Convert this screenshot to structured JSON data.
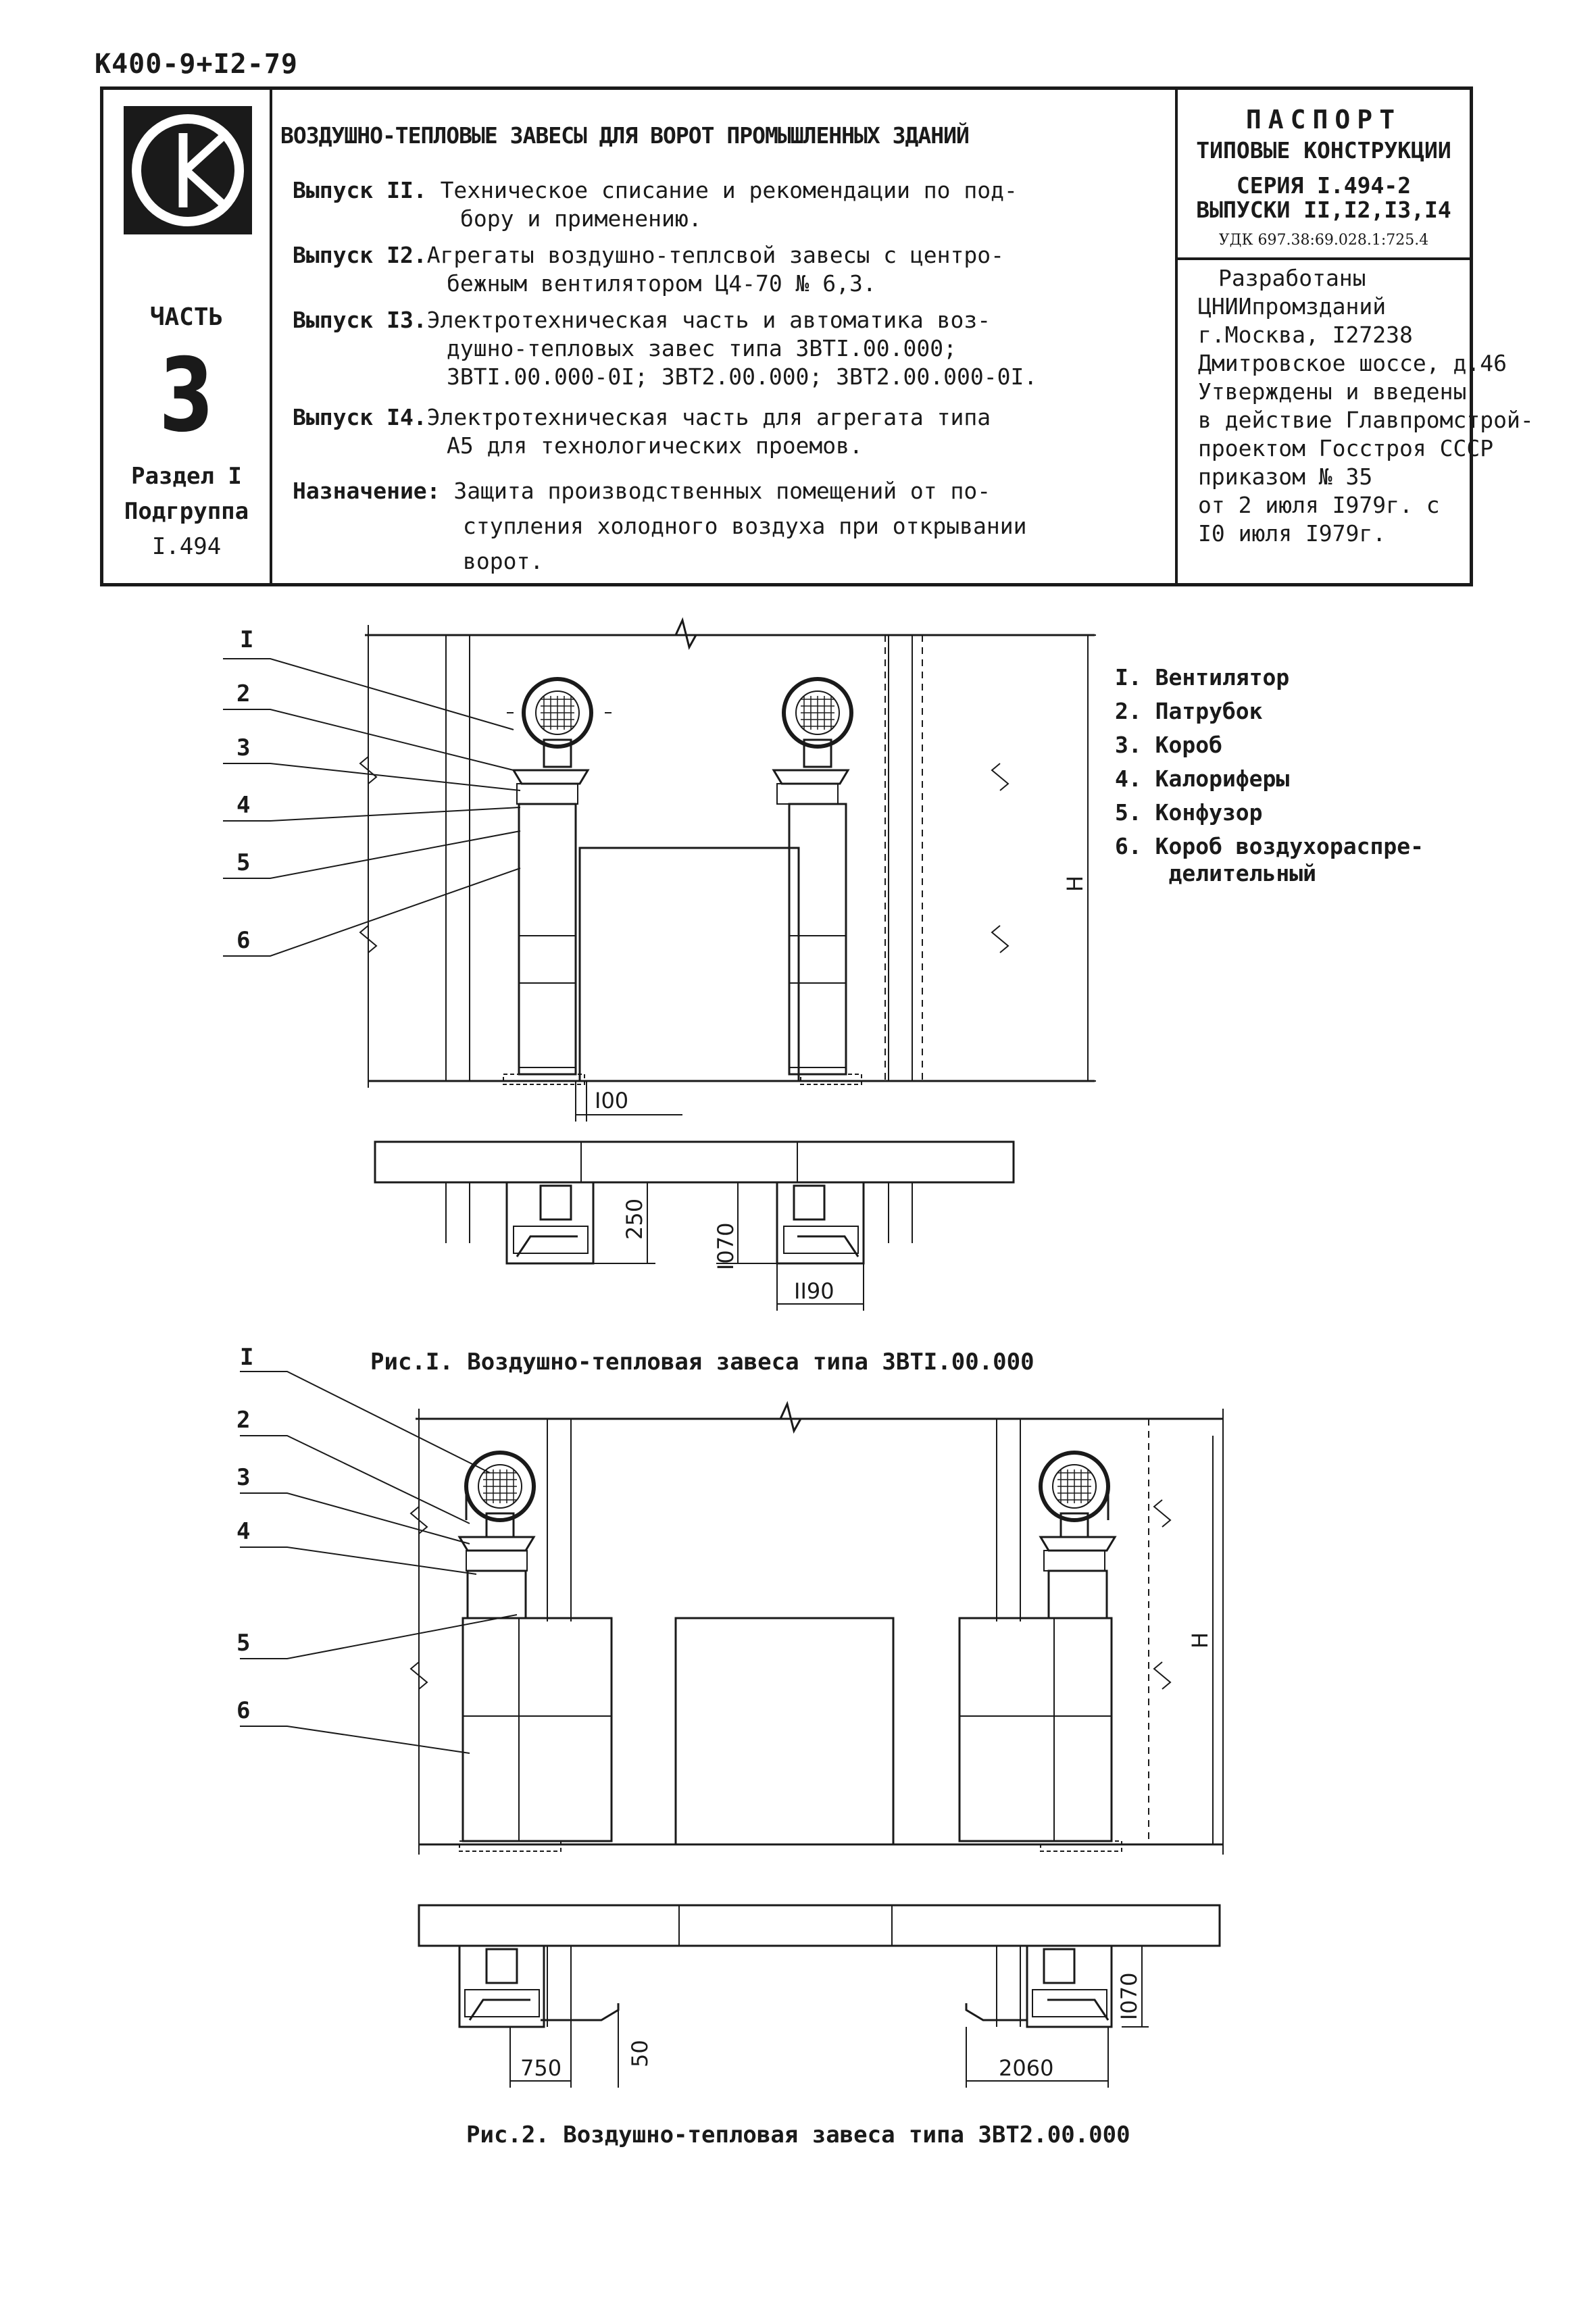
{
  "document_code": "К400-9+I2-79",
  "stamp": {
    "title": "ВОЗДУШНО-ТЕПЛОВЫЕ ЗАВЕСЫ ДЛЯ ВОРОТ ПРОМЫШЛЕННЫХ ЗДАНИЙ",
    "part_label": "ЧАСТЬ",
    "part_number": "3",
    "section": "Раздел I",
    "subgroup": "Подгруппа",
    "subgroup_number": "I.494",
    "issues": [
      {
        "label": "Выпуск II.",
        "lines": [
          "Техническое списание и рекомендации по под-",
          "бору и применению."
        ]
      },
      {
        "label": "Выпуск I2.",
        "lines": [
          "Агрегаты воздушно-теплсвой завесы с центро-",
          "бежным вентилятором Ц4-70 № 6,3."
        ]
      },
      {
        "label": "Выпуск I3.",
        "lines": [
          "Электротехническая часть и автоматика воз-",
          "душно-тепловых завес типа ЗВТI.00.000;",
          "ЗВТI.00.000-0I; ЗВТ2.00.000; ЗВТ2.00.000-0I."
        ]
      },
      {
        "label": "Выпуск I4.",
        "lines": [
          "Электротехническая часть для агрегата типа",
          "А5 для технологических проемов."
        ]
      },
      {
        "label": "Назначение:",
        "lines": [
          "Защита производственных помещений от по-",
          "ступления холодного воздуха при открывании",
          "ворот."
        ]
      }
    ],
    "passport": {
      "title": "ПАСПОРТ",
      "type": "ТИПОВЫЕ КОНСТРУКЦИИ",
      "series": "СЕРИЯ I.494-2",
      "issues": "ВЫПУСКИ II,I2,I3,I4",
      "udk": "УДК 697.38:69.028.1:725.4"
    },
    "developer_lines": [
      "Разработаны",
      "ЦНИИпромзданий",
      "г.Москва, I27238",
      "Дмитровское шоссе, д.46",
      "Утверждены и введены",
      "в действие Главпромстрой-",
      "проектом Госстроя СССР",
      "приказом № 35",
      "от 2 июля I979г. с",
      "I0 июля I979г."
    ]
  },
  "figure1": {
    "caption": "Рис.I. Воздушно-тепловая завеса типа ЗВТI.00.000",
    "callouts": [
      "I",
      "2",
      "3",
      "4",
      "5",
      "6"
    ],
    "height_label": "Н",
    "dim_offset": "I00",
    "dim_depth": "250",
    "dim_height": "I070",
    "dim_width": "II90"
  },
  "legend": [
    "I. Вентилятор",
    "2. Патрубок",
    "3. Короб",
    "4. Калориферы",
    "5. Конфузор",
    "6. Короб воздухораспре-",
    "    делительный"
  ],
  "figure2": {
    "caption": "Рис.2. Воздушно-тепловая завеса типа ЗВТ2.00.000",
    "callouts": [
      "I",
      "2",
      "3",
      "4",
      "5",
      "6"
    ],
    "height_label": "Н",
    "dim_left": "750",
    "dim_gap": "50",
    "dim_right": "2060",
    "dim_height": "I070"
  },
  "colors": {
    "ink": "#1a1a1a",
    "paper": "#ffffff"
  }
}
